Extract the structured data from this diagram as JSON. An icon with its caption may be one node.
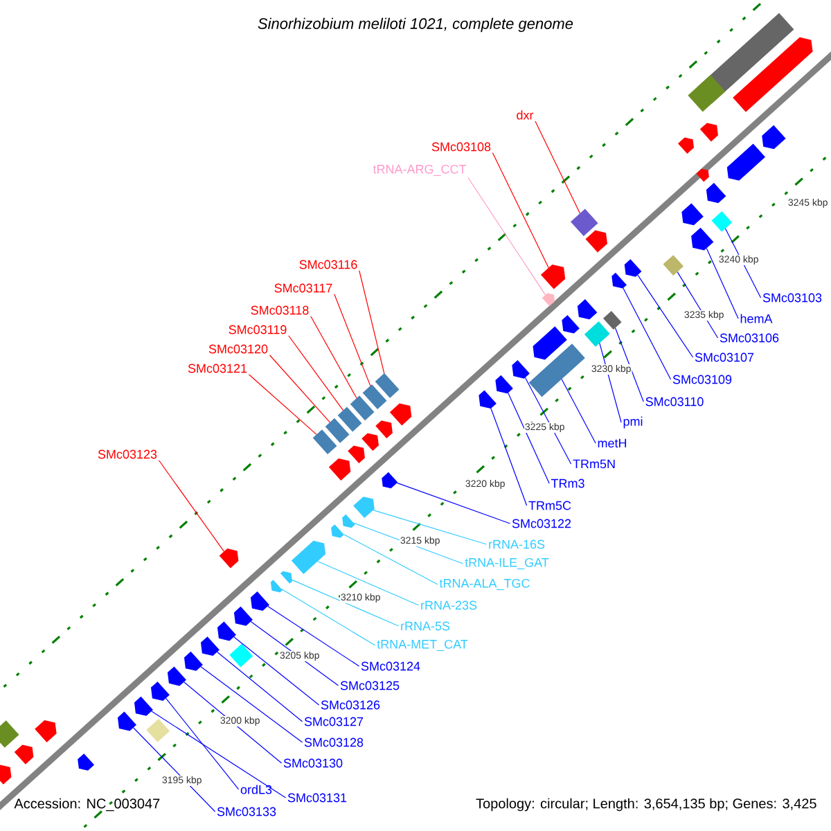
{
  "diagram": {
    "title": "Sinorhizobium meliloti 1021, complete genome",
    "nodes": [
      {
        "text": [
          "dxr"
        ]
      },
      {
        "text": [
          "SMc03108"
        ]
      },
      {
        "text": [
          "tRNA-ARG_CCT"
        ]
      },
      {
        "text": [
          "SMc03116"
        ]
      },
      {
        "text": [
          "SMc03117"
        ]
      },
      {
        "text": [
          "SMc03118"
        ]
      },
      {
        "text": [
          "SMc03103"
        ]
      },
      {
        "text": [
          "SMc03119"
        ]
      },
      {
        "text": [
          "hemA"
        ]
      },
      {
        "text": [
          "SMc03120"
        ]
      },
      {
        "text": [
          "SMc03106"
        ]
      },
      {
        "text": [
          "SMc03121"
        ]
      },
      {
        "text": [
          "SMc03107"
        ]
      },
      {
        "text": [
          "SMc03109"
        ]
      },
      {
        "text": [
          "SMc03110"
        ]
      },
      {
        "text": [
          "pmi"
        ]
      },
      {
        "text": [
          "metH"
        ]
      },
      {
        "text": [
          "SMc03123"
        ]
      },
      {
        "text": [
          "TRm5N"
        ]
      },
      {
        "text": [
          "TRm3"
        ]
      },
      {
        "text": [
          "TRm5C"
        ]
      },
      {
        "text": [
          "SMc03122"
        ]
      },
      {
        "text": [
          "rRNA-16S"
        ]
      },
      {
        "text": [
          "tRNA-ILE_GAT"
        ]
      },
      {
        "text": [
          "tRNA-ALA_TGC"
        ]
      },
      {
        "text": [
          "rRNA-23S"
        ]
      },
      {
        "text": [
          "rRNA-5S"
        ]
      },
      {
        "text": [
          "tRNA-MET_CAT"
        ]
      },
      {
        "text": [
          "SMc03124"
        ]
      },
      {
        "text": [
          "SMc03125"
        ]
      },
      {
        "text": [
          "SMc03126"
        ]
      },
      {
        "text": [
          "SMc03127"
        ]
      },
      {
        "text": [
          "SMc03128"
        ]
      },
      {
        "text": [
          "SMc03130"
        ]
      },
      {
        "text": [
          "ordL3"
        ]
      },
      {
        "text": [
          "SMc03131"
        ]
      },
      {
        "text": [
          "SMc03133"
        ]
      },
      {
        "text": [],
        "shape": "diamond"
      },
      {
        "text": [],
        "shape": "arrow"
      },
      {
        "text": [],
        "shape": "diamond"
      },
      {
        "text": [],
        "shape": "arrow"
      },
      {
        "text": [],
        "shape": "diamond"
      },
      {
        "text": [],
        "shape": "arrow"
      },
      {
        "text": [],
        "shape": "box"
      },
      {
        "text": [],
        "shape": "arrow"
      },
      {
        "text": [],
        "shape": "diamond"
      },
      {
        "text": [],
        "shape": "arrow"
      },
      {
        "text": [],
        "shape": "box"
      },
      {
        "text": [],
        "shape": "arrow"
      },
      {
        "text": [],
        "shape": "arrow"
      },
      {
        "text": [],
        "shape": "arrow"
      },
      {
        "text": [],
        "shape": "box"
      },
      {
        "text": [],
        "shape": "box"
      },
      {
        "text": [],
        "shape": "box"
      },
      {
        "text": [],
        "shape": "box"
      },
      {
        "text": [],
        "shape": "arrow"
      },
      {
        "text": [],
        "shape": "box"
      },
      {
        "text": [],
        "shape": "box"
      },
      {
        "text": [],
        "shape": "arrow"
      },
      {
        "text": [],
        "shape": "arrow"
      },
      {
        "text": [],
        "shape": "arrow"
      },
      {
        "text": [],
        "shape": "arrow"
      },
      {
        "text": [],
        "shape": "arrow"
      },
      {
        "text": [],
        "shape": "arrow"
      },
      {
        "text": [],
        "shape": "arrow"
      },
      {
        "text": [],
        "shape": "arrow"
      },
      {
        "text": [],
        "shape": "arrow"
      },
      {
        "text": [],
        "shape": "arrow"
      },
      {
        "text": [],
        "shape": "arrow"
      },
      {
        "text": [],
        "shape": "arrow"
      },
      {
        "text": [],
        "shape": "arrow"
      },
      {
        "text": [],
        "shape": "arrow"
      },
      {
        "text": [],
        "shape": "arrow"
      },
      {
        "text": [],
        "shape": "arrow"
      },
      {
        "text": [],
        "shape": "box"
      },
      {
        "text": [],
        "shape": "arrow"
      },
      {
        "text": [],
        "shape": "box"
      },
      {
        "text": [],
        "shape": "arrow"
      },
      {
        "text": [],
        "shape": "arrow"
      },
      {
        "text": [],
        "shape": "arrow"
      },
      {
        "text": [],
        "shape": "arrow"
      },
      {
        "text": [],
        "shape": "arrow"
      },
      {
        "text": [],
        "shape": "arrow"
      },
      {
        "text": [],
        "shape": "arrow"
      },
      {
        "text": [],
        "shape": "arrow"
      },
      {
        "text": [],
        "shape": "arrow"
      },
      {
        "text": [],
        "shape": "arrow"
      },
      {
        "text": [],
        "shape": "arrow"
      },
      {
        "text": [],
        "shape": "arrow"
      },
      {
        "text": [],
        "shape": "arrow"
      },
      {
        "text": [],
        "shape": "arrow"
      },
      {
        "text": [],
        "shape": "arrow"
      },
      {
        "text": [],
        "shape": "arrow"
      },
      {
        "text": [],
        "shape": "diamond"
      },
      {
        "text": [],
        "shape": "diamond"
      },
      {
        "text": [],
        "shape": "arrow"
      },
      {
        "text": [],
        "shape": "diamond"
      },
      {
        "text": [],
        "shape": "arrow"
      },
      {
        "text": [],
        "shape": "arrow"
      },
      {
        "text": [],
        "shape": "arrow"
      }
    ],
    "edges": [
      {
        "from": 0,
        "to": 41,
        "arrow": "none",
        "color": "#ff0000"
      },
      {
        "from": 1,
        "to": 44,
        "arrow": "none",
        "color": "#ff0000"
      },
      {
        "from": 2,
        "to": 46,
        "arrow": "none",
        "color": "#ff99cc"
      },
      {
        "from": 3,
        "to": 51,
        "arrow": "none",
        "color": "#ff0000"
      },
      {
        "from": 4,
        "to": 52,
        "arrow": "none",
        "color": "#ff0000"
      },
      {
        "from": 5,
        "to": 53,
        "arrow": "none",
        "color": "#ff0000"
      },
      {
        "from": 6,
        "to": 37,
        "arrow": "none"
      },
      {
        "from": 7,
        "to": 54,
        "arrow": "none",
        "color": "#ff0000"
      },
      {
        "from": 8,
        "to": 38,
        "arrow": "none"
      },
      {
        "from": 9,
        "to": 56,
        "arrow": "none",
        "color": "#ff0000"
      },
      {
        "from": 10,
        "to": 39,
        "arrow": "none"
      },
      {
        "from": 11,
        "to": 57,
        "arrow": "none",
        "color": "#ff0000"
      },
      {
        "from": 12,
        "to": 40,
        "arrow": "none"
      },
      {
        "from": 13,
        "to": 42,
        "arrow": "none"
      },
      {
        "from": 14,
        "to": 43,
        "arrow": "none"
      },
      {
        "from": 15,
        "to": 45,
        "arrow": "none"
      },
      {
        "from": 16,
        "to": 47,
        "arrow": "none"
      },
      {
        "from": 17,
        "to": 64,
        "arrow": "none",
        "color": "#ff0000"
      },
      {
        "from": 18,
        "to": 48,
        "arrow": "none"
      },
      {
        "from": 19,
        "to": 49,
        "arrow": "none"
      },
      {
        "from": 20,
        "to": 50,
        "arrow": "none"
      },
      {
        "from": 21,
        "to": 55,
        "arrow": "none"
      },
      {
        "from": 22,
        "to": 58,
        "arrow": "none",
        "color": "#33ccff"
      },
      {
        "from": 23,
        "to": 59,
        "arrow": "none",
        "color": "#33ccff"
      },
      {
        "from": 24,
        "to": 60,
        "arrow": "none",
        "color": "#33ccff"
      },
      {
        "from": 25,
        "to": 61,
        "arrow": "none",
        "color": "#33ccff"
      },
      {
        "from": 26,
        "to": 62,
        "arrow": "none",
        "color": "#33ccff"
      },
      {
        "from": 27,
        "to": 63,
        "arrow": "none",
        "color": "#33ccff"
      },
      {
        "from": 28,
        "to": 65,
        "arrow": "none"
      },
      {
        "from": 29,
        "to": 66,
        "arrow": "none"
      },
      {
        "from": 30,
        "to": 67,
        "arrow": "none"
      },
      {
        "from": 31,
        "to": 68,
        "arrow": "none"
      },
      {
        "from": 32,
        "to": 69,
        "arrow": "none"
      },
      {
        "from": 33,
        "to": 70,
        "arrow": "none"
      },
      {
        "from": 34,
        "to": 71,
        "arrow": "none"
      },
      {
        "from": 35,
        "to": 72,
        "arrow": "none"
      },
      {
        "from": 36,
        "to": 73,
        "arrow": "none"
      }
    ],
    "labels": [
      "3245 kbp",
      "3240 kbp",
      "3235 kbp",
      "3230 kbp",
      "3225 kbp",
      "3220 kbp",
      "3215 kbp",
      "3210 kbp",
      "3205 kbp",
      "3200 kbp",
      "3195 kbp",
      "Accession: NC_003047",
      "Topology: circular; Length: 3,654,135 bp; Genes: 3,425"
    ]
  }
}
